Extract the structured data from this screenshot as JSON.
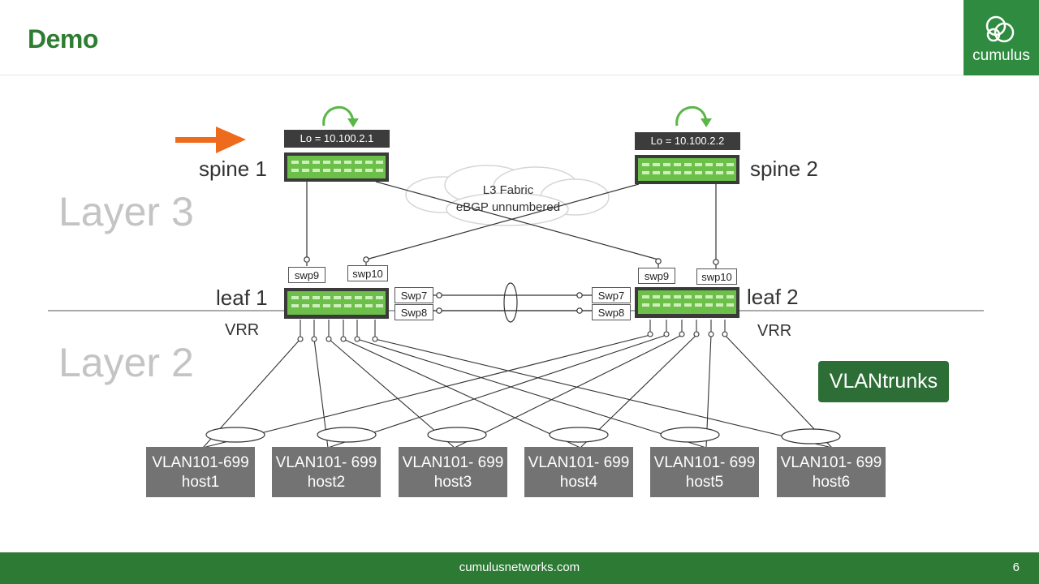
{
  "slide": {
    "title": "Demo",
    "page_number": "6",
    "footer_url": "cumulusnetworks.com"
  },
  "logo": {
    "text": "cumulus"
  },
  "layers": {
    "l3": "Layer 3",
    "l2": "Layer 2"
  },
  "fabric": {
    "line1": "L3 Fabric",
    "line2": "eBGP unnumbered"
  },
  "spine1": {
    "label": "spine 1",
    "loopback": "Lo = 10.100.2.1"
  },
  "spine2": {
    "label": "spine 2",
    "loopback": "Lo = 10.100.2.2"
  },
  "leaf1": {
    "label": "leaf 1",
    "vrr": "VRR",
    "ports": [
      "swp9",
      "swp10",
      "Swp7",
      "Swp8"
    ]
  },
  "leaf2": {
    "label": "leaf 2",
    "vrr": "VRR",
    "ports": [
      "swp9",
      "swp10",
      "Swp7",
      "Swp8"
    ]
  },
  "hosts": [
    {
      "vlan": "VLAN101-699",
      "name": "host1"
    },
    {
      "vlan": "VLAN101- 699",
      "name": "host2"
    },
    {
      "vlan": "VLAN101- 699",
      "name": "host3"
    },
    {
      "vlan": "VLAN101- 699",
      "name": "host4"
    },
    {
      "vlan": "VLAN101- 699",
      "name": "host5"
    },
    {
      "vlan": "VLAN101- 699",
      "name": "host6"
    }
  ],
  "vlan_trunks_label": "VLANtrunks",
  "colors": {
    "brand_green": "#2e8b3f",
    "switch_green": "#6cc04a",
    "arrow_orange": "#ee6a1c",
    "host_gray": "#737373"
  }
}
